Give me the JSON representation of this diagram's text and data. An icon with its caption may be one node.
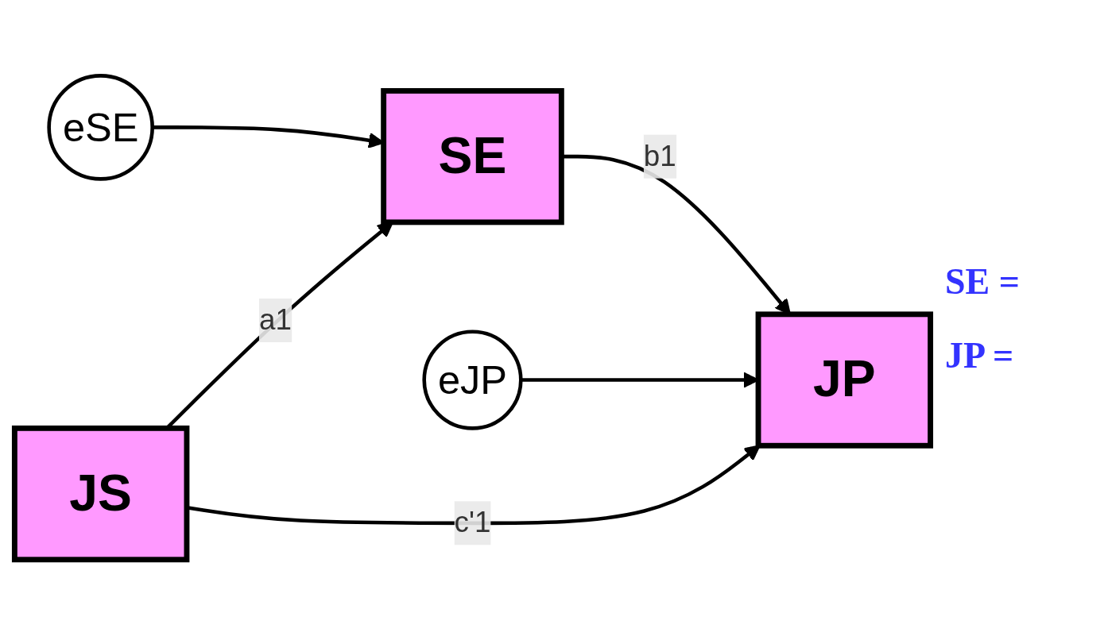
{
  "diagram": {
    "nodes": [
      {
        "text": [
          "eSE"
        ]
      },
      {
        "text": [
          "SE"
        ]
      },
      {
        "text": [
          "eJP"
        ]
      },
      {
        "text": [
          "JS"
        ]
      },
      {
        "text": [
          "JP"
        ]
      }
    ],
    "edges": [
      {
        "from": 3,
        "to": 1,
        "arrow": "to",
        "label": "a1"
      },
      {
        "from": 1,
        "to": 4,
        "arrow": "to",
        "label": "b1"
      },
      {
        "from": 3,
        "to": 4,
        "arrow": "to",
        "label": "c'1"
      },
      {
        "from": 0,
        "to": 1,
        "arrow": "to"
      },
      {
        "from": 2,
        "to": 4,
        "arrow": "to"
      }
    ],
    "labels": [
      "SE =",
      "JP ="
    ]
  }
}
